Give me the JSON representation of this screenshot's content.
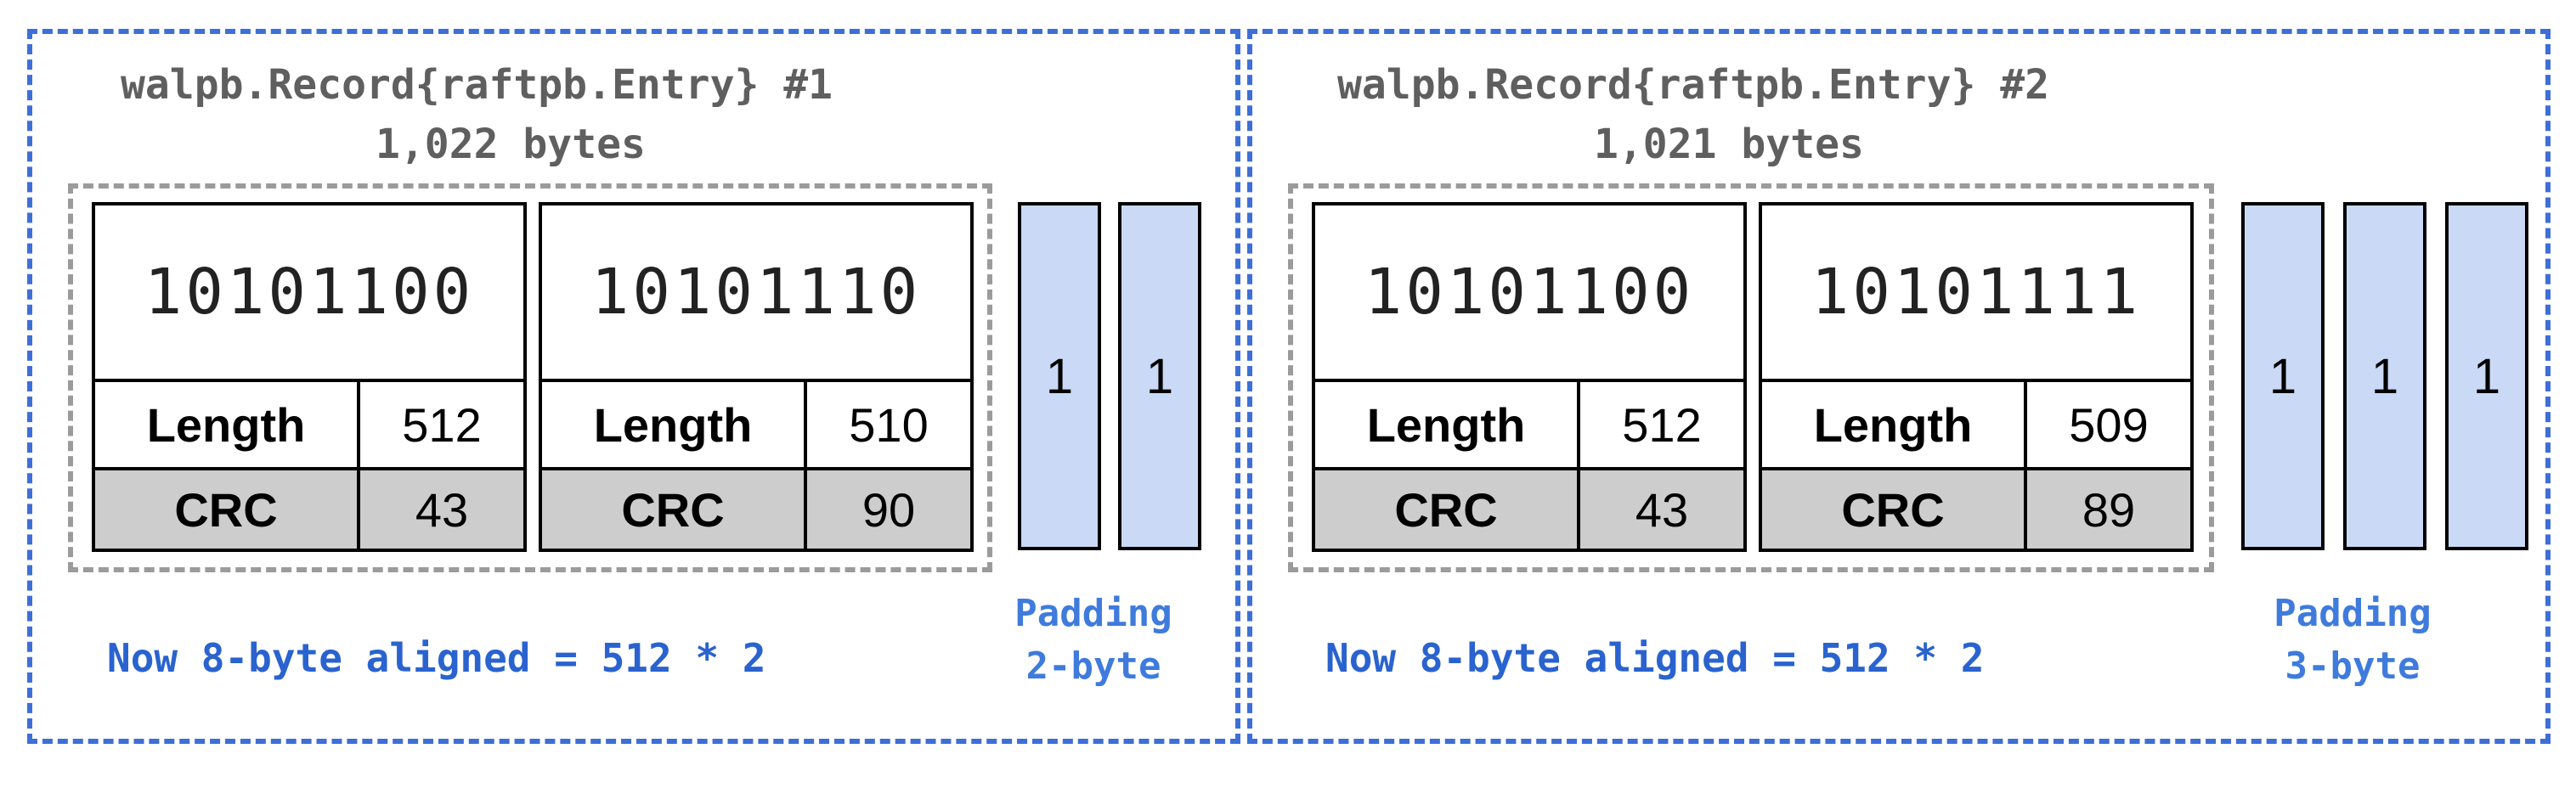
{
  "records": [
    {
      "title": "walpb.Record{raftpb.Entry} #1",
      "size": "1,022 bytes",
      "entries": [
        {
          "bits": "10101100",
          "length_label": "Length",
          "length": "512",
          "crc_label": "CRC",
          "crc": "43"
        },
        {
          "bits": "10101110",
          "length_label": "Length",
          "length": "510",
          "crc_label": "CRC",
          "crc": "90"
        }
      ],
      "padding_blocks": [
        "1",
        "1"
      ],
      "padding_caption": [
        "Padding",
        "2-byte"
      ],
      "aligned_note": "Now 8-byte aligned = 512 * 2"
    },
    {
      "title": "walpb.Record{raftpb.Entry} #2",
      "size": "1,021 bytes",
      "entries": [
        {
          "bits": "10101100",
          "length_label": "Length",
          "length": "512",
          "crc_label": "CRC",
          "crc": "43"
        },
        {
          "bits": "10101111",
          "length_label": "Length",
          "length": "509",
          "crc_label": "CRC",
          "crc": "89"
        }
      ],
      "padding_blocks": [
        "1",
        "1",
        "1"
      ],
      "padding_caption": [
        "Padding",
        "3-byte"
      ],
      "aligned_note": "Now 8-byte aligned = 512 * 2"
    }
  ],
  "colors": {
    "record_border": "#3d6fd6",
    "group_border": "#9b9b9b",
    "padding_fill": "#c9d9f6",
    "crc_row_fill": "#cdcdcd",
    "note_text": "#2a63cf"
  }
}
